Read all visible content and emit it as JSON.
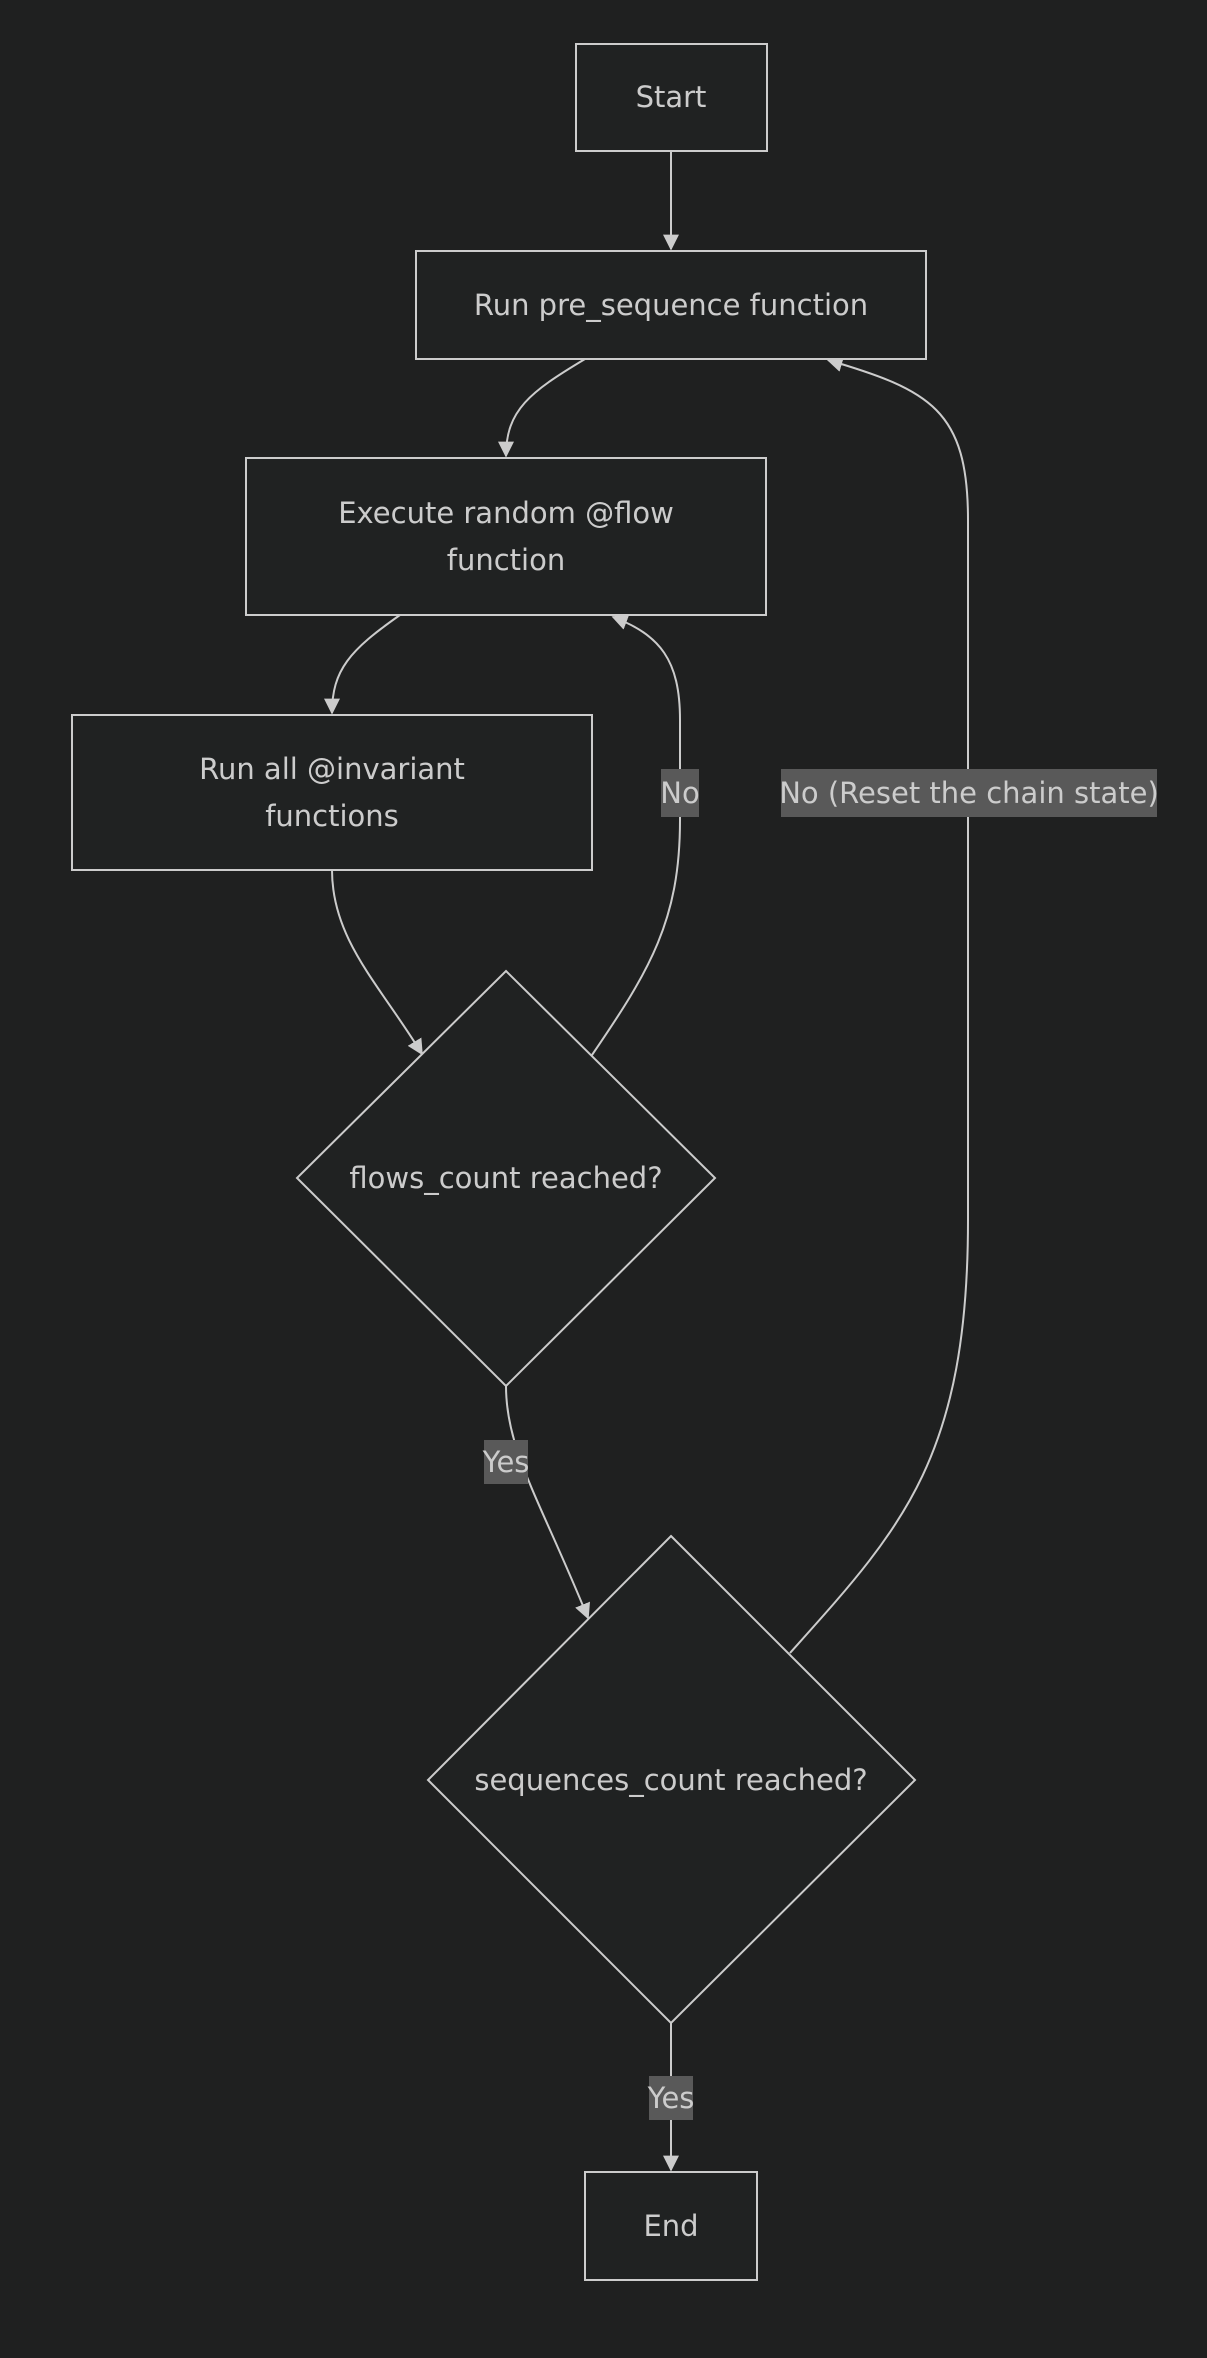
{
  "colors": {
    "background": "#1f2020",
    "node_fill": "#202222",
    "stroke": "#cccccc",
    "text": "#cccccc",
    "edge_label_bg": "#595959"
  },
  "nodes": {
    "start": "Start",
    "pre_sequence": "Run pre_sequence function",
    "execute_flow": [
      "Execute random @flow",
      "function"
    ],
    "invariants": [
      "Run all @invariant",
      "functions"
    ],
    "flows_check": "flows_count reached?",
    "sequences_check": "sequences_count reached?",
    "end": "End"
  },
  "edge_labels": {
    "flows_no": "No",
    "sequences_no": "No (Reset the chain state)",
    "flows_yes": "Yes",
    "sequences_yes": "Yes"
  }
}
